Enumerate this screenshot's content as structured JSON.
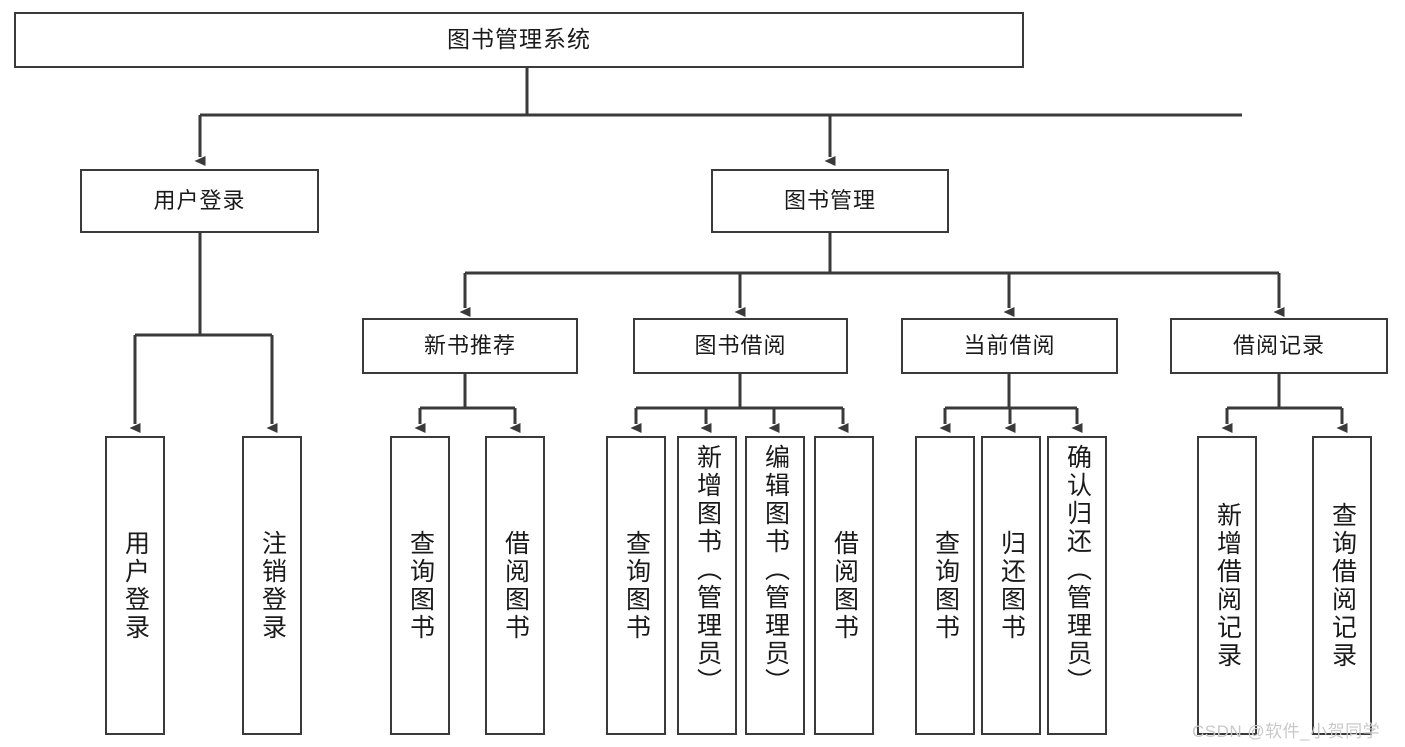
{
  "diagram": {
    "title": "图书管理系统",
    "type": "hierarchy-tree",
    "line_color": "#3a3a3a",
    "box_fill": "#ffffff",
    "text_color": "#1a1a1a",
    "watermark_color": "#c9c9c9",
    "root": {
      "label": "图书管理系统"
    },
    "level2": [
      {
        "label": "用户登录"
      },
      {
        "label": "图书管理"
      }
    ],
    "level3": [
      {
        "label": "新书推荐"
      },
      {
        "label": "图书借阅"
      },
      {
        "label": "当前借阅"
      },
      {
        "label": "借阅记录"
      }
    ],
    "leaves": {
      "user_login": [
        {
          "label": "用户登录"
        },
        {
          "label": "注销登录"
        }
      ],
      "new_book_recommend": [
        {
          "label": "查询图书"
        },
        {
          "label": "借阅图书"
        }
      ],
      "book_borrow": [
        {
          "label": "查询图书"
        },
        {
          "label": "新增图书（管理员）"
        },
        {
          "label": "编辑图书（管理员）"
        },
        {
          "label": "借阅图书"
        }
      ],
      "current_borrow": [
        {
          "label": "查询图书"
        },
        {
          "label": "归还图书"
        },
        {
          "label": "确认归还（管理员）"
        }
      ],
      "borrow_record": [
        {
          "label": "新增借阅记录"
        },
        {
          "label": "查询借阅记录"
        }
      ]
    }
  },
  "watermark": {
    "text": "CSDN @软件_小贺同学"
  }
}
